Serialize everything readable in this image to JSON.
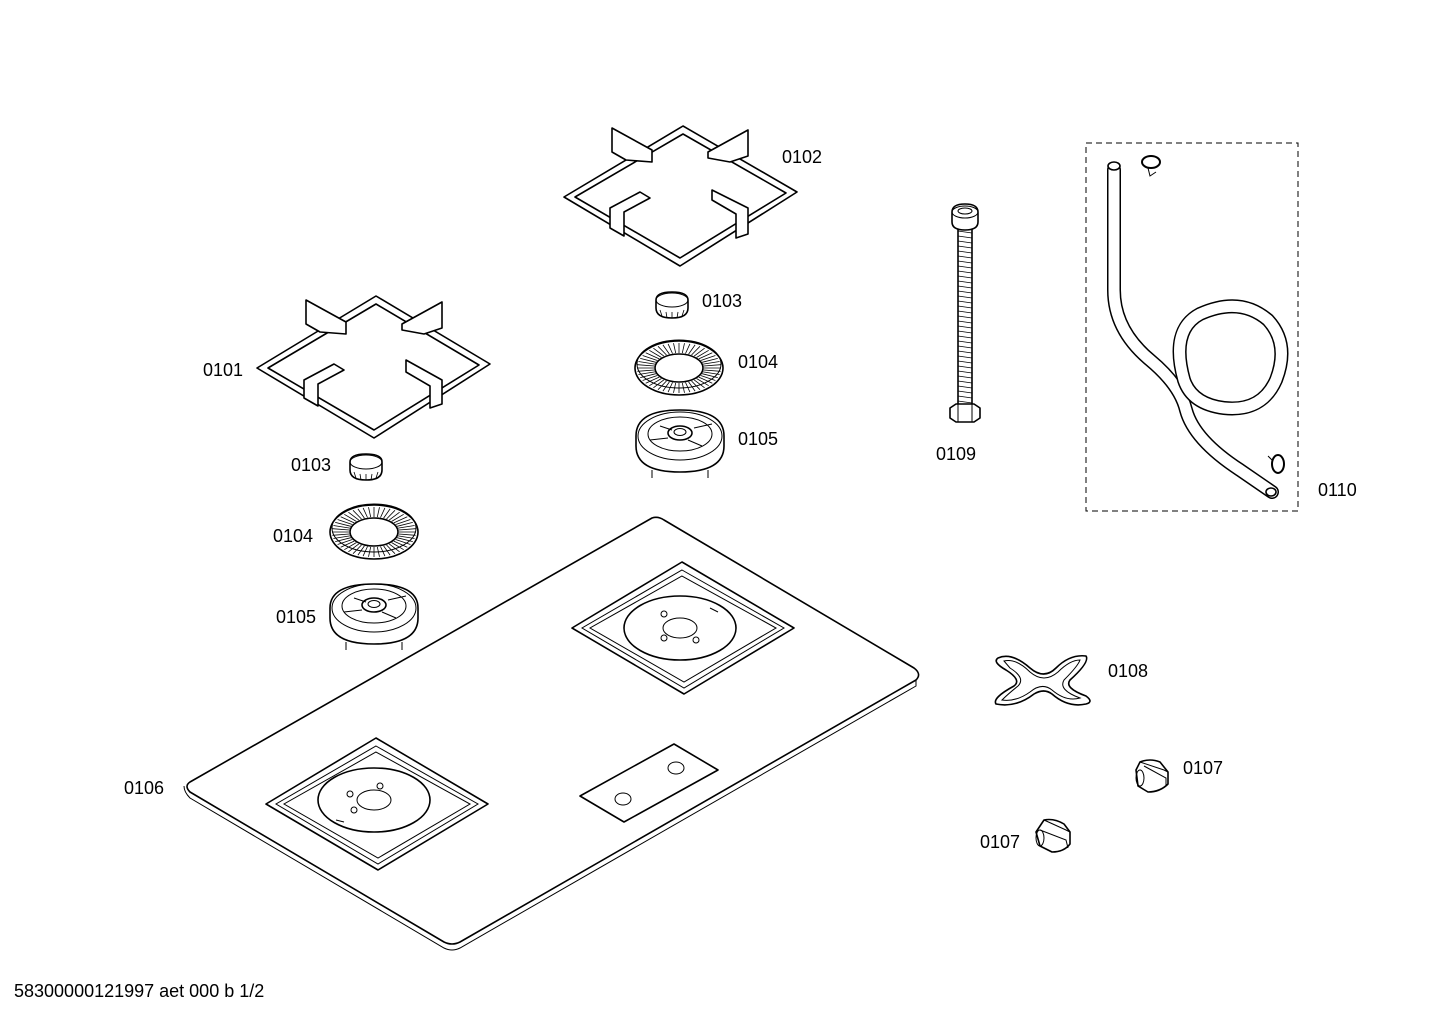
{
  "footer": "58300000121997 aet 000 b 1/2",
  "labels": {
    "grate_left": "0101",
    "grate_right": "0102",
    "cap_right": "0103",
    "cap_left": "0103",
    "ring_right": "0104",
    "ring_left": "0104",
    "burner_right": "0105",
    "burner_left": "0105",
    "hob": "0106",
    "knob_upper": "0107",
    "knob_lower": "0107",
    "gasket": "0108",
    "pipe": "0109",
    "hose": "0110"
  }
}
